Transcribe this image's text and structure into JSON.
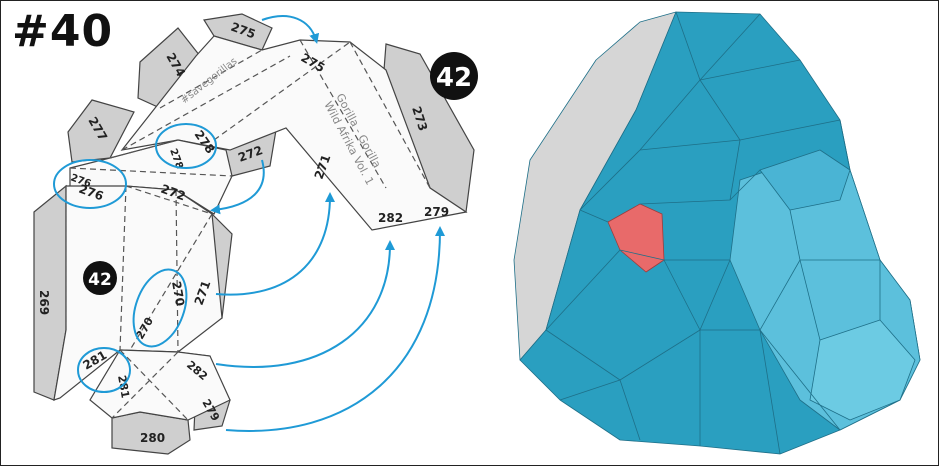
{
  "step_label": "#40",
  "badges": {
    "main": "42",
    "small": "42"
  },
  "piece_labels": {
    "p269": "269",
    "p270a": "270",
    "p270b": "270",
    "p271": "271",
    "p271b": "271",
    "p272a": "272",
    "p272b": "272",
    "p273": "273",
    "p274": "274",
    "p275a": "275",
    "p275b": "275",
    "p276a": "276",
    "p276b": "276",
    "p277": "277",
    "p278a": "278",
    "p278b": "278",
    "p279a": "279",
    "p279b": "279",
    "p280": "280",
    "p281a": "281",
    "p281b": "281",
    "p282a": "282",
    "p282b": "282"
  },
  "watermarks": {
    "hashtag": "#savegorillas",
    "title_line1": "Gorilla - Gorilla",
    "title_line2": "Wild Afrika Vol. 1"
  },
  "colors": {
    "model_blue": "#2a9fc0",
    "model_light_blue": "#5cc0dc",
    "model_grey": "#d6d6d6",
    "highlight_red": "#e86a6a",
    "arrow_blue": "#1f9ad6",
    "paper_grey": "#cfcfcf"
  }
}
